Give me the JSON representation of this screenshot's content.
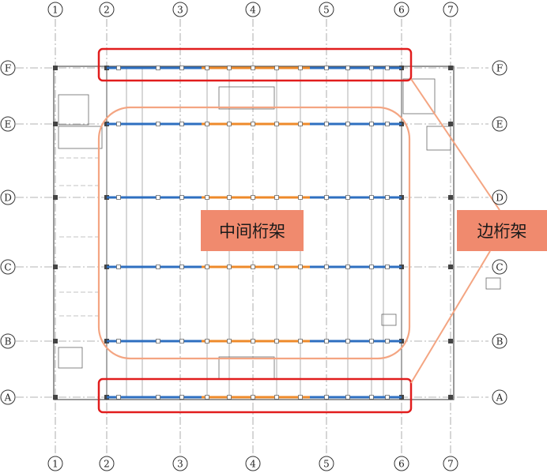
{
  "grid": {
    "columns": [
      "1",
      "2",
      "3",
      "4",
      "5",
      "6",
      "7"
    ],
    "rows": [
      "F",
      "E",
      "D",
      "C",
      "B",
      "A"
    ]
  },
  "labels": {
    "middle_truss": "中间桁架",
    "edge_truss": "边桁架"
  },
  "colors": {
    "truss_blue": "#2e6fc0",
    "truss_orange": "#ee8a2a",
    "highlight_red": "#e11d1d",
    "callout_salmon": "#f4a582",
    "callout_fill": "#f08a6e",
    "grid_line": "#9a9a9a",
    "structure_line": "#555555"
  }
}
